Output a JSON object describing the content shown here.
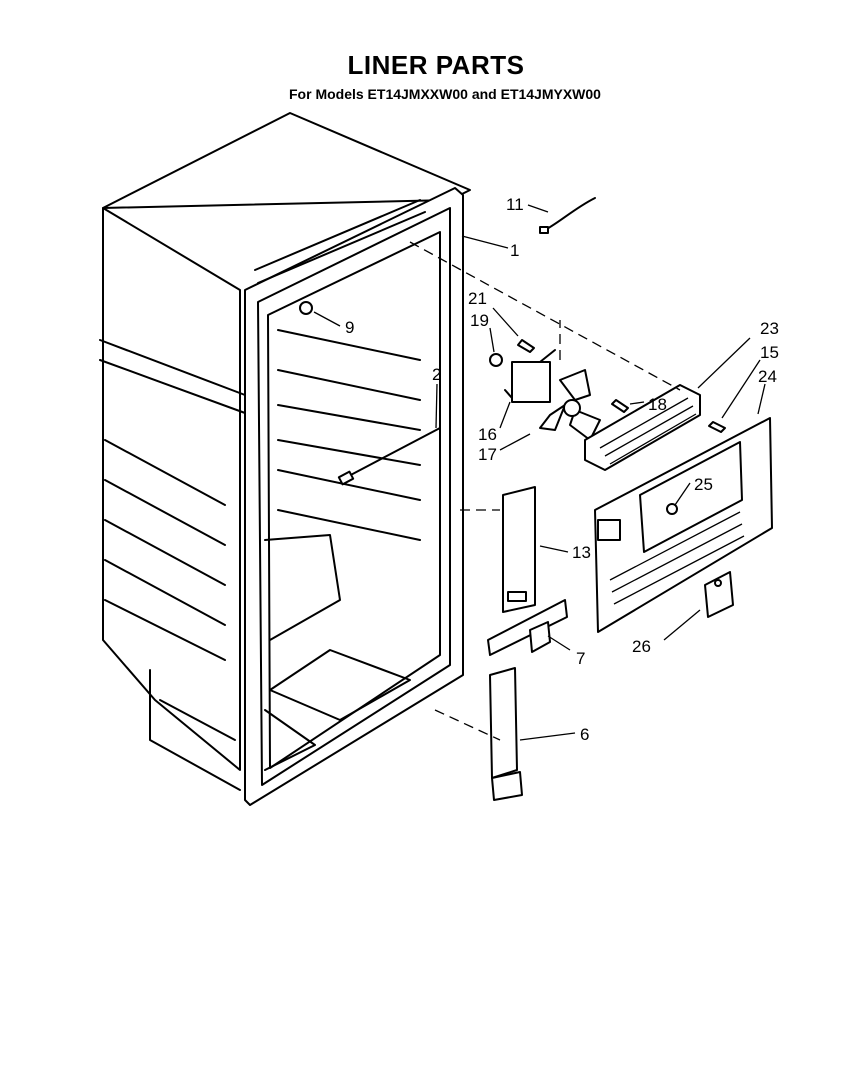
{
  "header": {
    "title": "LINER PARTS",
    "subtitle": "For Models ET14JMXXW00 and ET14JMYXW00"
  },
  "callouts": [
    "11",
    "1",
    "21",
    "19",
    "9",
    "23",
    "15",
    "24",
    "2",
    "18",
    "16",
    "17",
    "25",
    "13",
    "26",
    "7",
    "6"
  ]
}
